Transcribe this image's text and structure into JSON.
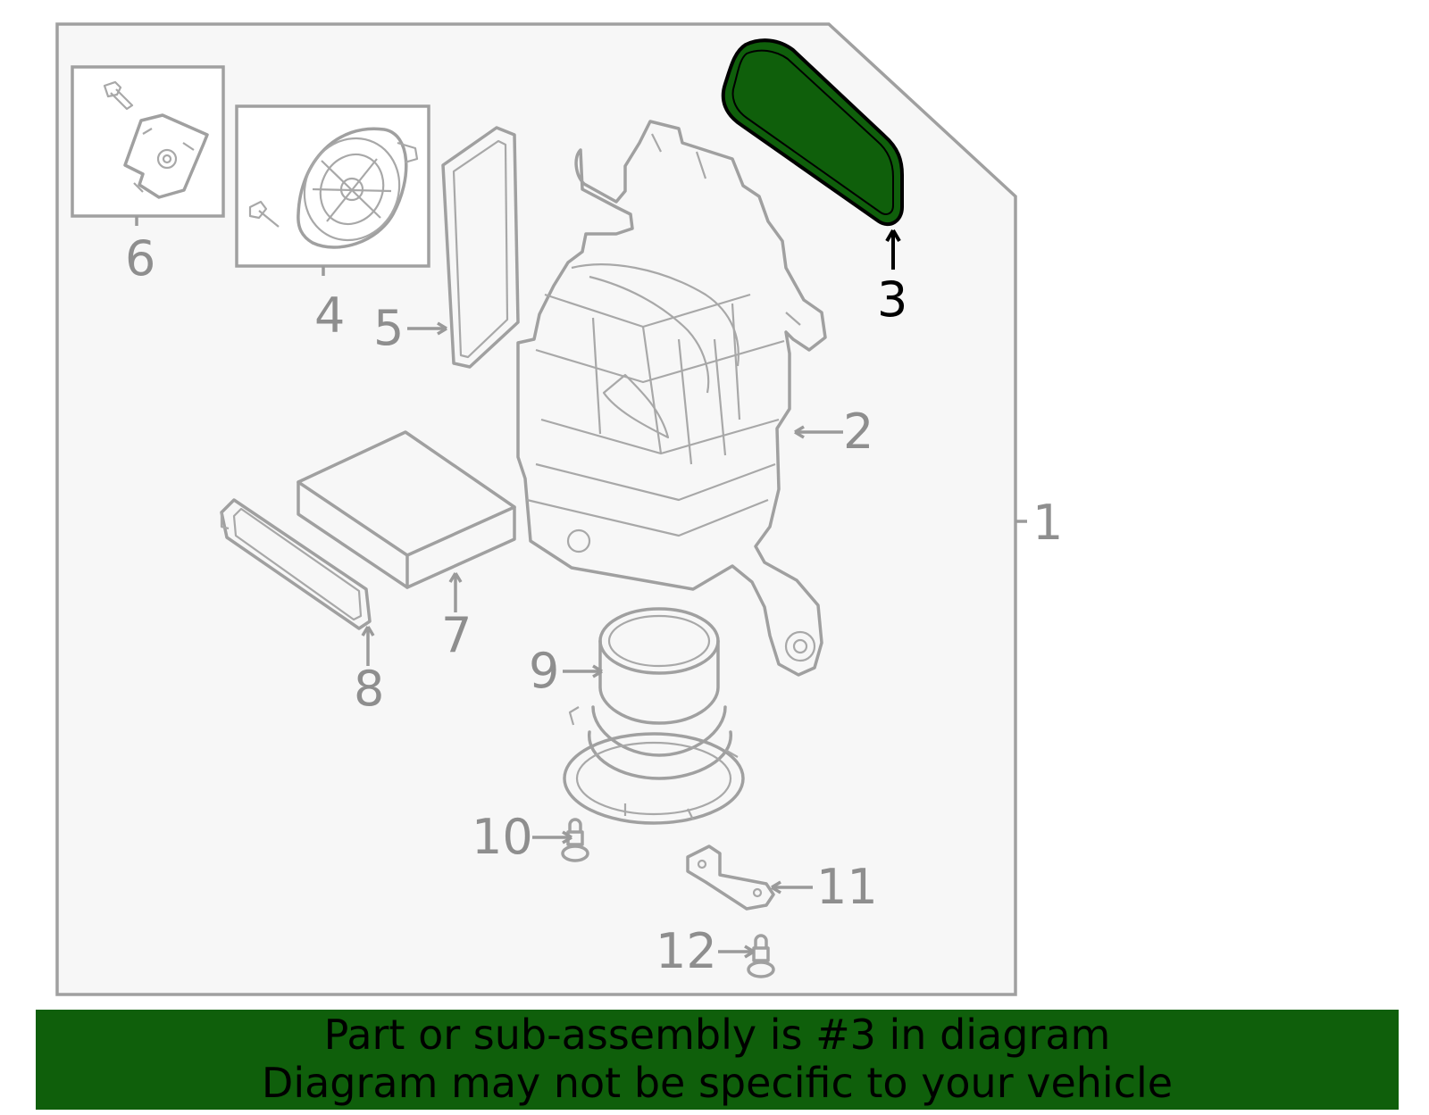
{
  "diagram": {
    "callouts": [
      {
        "id": "1",
        "label": "1",
        "highlighted": false
      },
      {
        "id": "2",
        "label": "2",
        "highlighted": false
      },
      {
        "id": "3",
        "label": "3",
        "highlighted": true
      },
      {
        "id": "4",
        "label": "4",
        "highlighted": false
      },
      {
        "id": "5",
        "label": "5",
        "highlighted": false
      },
      {
        "id": "6",
        "label": "6",
        "highlighted": false
      },
      {
        "id": "7",
        "label": "7",
        "highlighted": false
      },
      {
        "id": "8",
        "label": "8",
        "highlighted": false
      },
      {
        "id": "9",
        "label": "9",
        "highlighted": false
      },
      {
        "id": "10",
        "label": "10",
        "highlighted": false
      },
      {
        "id": "11",
        "label": "11",
        "highlighted": false
      },
      {
        "id": "12",
        "label": "12",
        "highlighted": false
      }
    ],
    "colors": {
      "highlight_fill": "#0f5f0b",
      "line_gray": "#a0a0a0",
      "panel_bg": "#f7f7f7"
    }
  },
  "banner": {
    "line1": "Part or sub-assembly is #3 in diagram",
    "line2": "Diagram may not be specific to your vehicle"
  }
}
